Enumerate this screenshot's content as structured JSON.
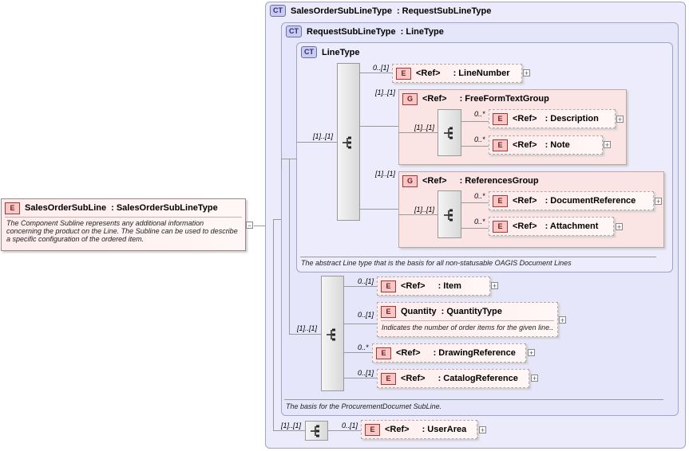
{
  "root": {
    "badge": "E",
    "name": "SalesOrderSubLine",
    "type": ": SalesOrderSubLineType",
    "description": "The Component Subline represents any additional information concerning the product on the Line.  The Subline can be used to describe a specific configuration of the ordered item."
  },
  "ct_badge": "CT",
  "group_badge": "G",
  "element_badge": "E",
  "ref_label": "<Ref>",
  "plus": "+",
  "minus": "−",
  "ct_outer": {
    "name": "SalesOrderSubLineType",
    "base": ": RequestSubLineType"
  },
  "ct_middle": {
    "name": "RequestSubLineType",
    "base": ": LineType",
    "note": "The basis for the ProcurementDocumet SubLine."
  },
  "ct_inner": {
    "name": "LineType",
    "note": "The abstract Line type that is the basis for all non-statusable OAGIS Document Lines"
  },
  "cards": {
    "line_seq": "[1]..[1]",
    "mid_seq": "[1]..[1]",
    "outer_seq": "[1]..[1]",
    "line_number": "0..[1]",
    "fftg": "[1]..[1]",
    "fftg_seq": "[1]..[1]",
    "description": "0..*",
    "note": "0..*",
    "refgroup": "[1]..[1]",
    "refgroup_seq": "[1]..[1]",
    "docref": "0..*",
    "attachment": "0..*",
    "item": "0..[1]",
    "quantity": "0..[1]",
    "drawing": "0..*",
    "catalog": "0..[1]",
    "userarea": "0..[1]"
  },
  "elements": {
    "line_number": ": LineNumber",
    "fftg": ": FreeFormTextGroup",
    "description": ": Description",
    "note": ": Note",
    "refgroup": ": ReferencesGroup",
    "docref": ": DocumentReference",
    "attachment": ": Attachment",
    "item": ": Item",
    "quantity_name": "Quantity",
    "quantity_type": ": QuantityType",
    "quantity_desc": "Indicates the number of order items for the given line..",
    "drawing": ": DrawingReference",
    "catalog": ": CatalogReference",
    "userarea": ": UserArea"
  }
}
